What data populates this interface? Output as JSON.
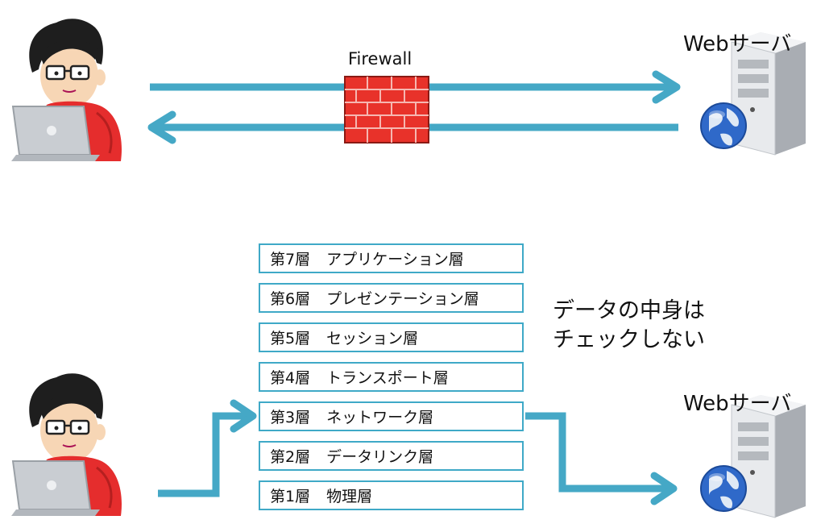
{
  "top": {
    "firewall_label": "Firewall",
    "server_label": "Webサーバ"
  },
  "bottom": {
    "server_label": "Webサーバ",
    "note_lines": [
      "データの中身は",
      "チェックしない"
    ],
    "layers": [
      {
        "num": "第7層",
        "name": "アプリケーション層"
      },
      {
        "num": "第6層",
        "name": "プレゼンテーション層"
      },
      {
        "num": "第5層",
        "name": "セッション層"
      },
      {
        "num": "第4層",
        "name": "トランスポート層"
      },
      {
        "num": "第3層",
        "name": "ネットワーク層"
      },
      {
        "num": "第2層",
        "name": "データリンク層"
      },
      {
        "num": "第1層",
        "name": "物理層"
      }
    ]
  },
  "colors": {
    "arrow": "#45a8c6",
    "firewall": "#e8322a",
    "layer_border": "#3fa9c7"
  },
  "icons": [
    "person-at-laptop-icon",
    "firewall-brick-icon",
    "web-server-icon",
    "globe-icon"
  ]
}
